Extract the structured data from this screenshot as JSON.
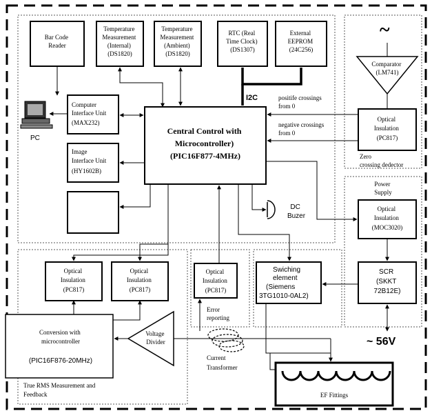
{
  "blocks": {
    "barcode": [
      "Bar Code",
      "Reader"
    ],
    "temp_internal": [
      "Temperature",
      "Measurement",
      "(Internal)",
      "(DS1820)"
    ],
    "temp_ambient": [
      "Temperature",
      "Measurement",
      "(Ambient)",
      "(DS1820)"
    ],
    "rtc": [
      "RTC (Real",
      "Time Clock)",
      "(DS1307)"
    ],
    "eeprom": [
      "External",
      "EEPROM",
      "(24C256)"
    ],
    "comparator": [
      "Comparator",
      "(LM741)"
    ],
    "computer_interface": [
      "Computer",
      "Interface Unit",
      "(MAX232)"
    ],
    "central": [
      "Central Control with",
      "Microcontroller)",
      "(PIC16F877-4MHz)"
    ],
    "optical_zero": [
      "Optical",
      "Insulation",
      "(PC817)"
    ],
    "image_interface": [
      "Image",
      "Interface Unit",
      "(HY1602B)"
    ],
    "optical_power": [
      "Optical",
      "Insulation",
      "(MOC3020)"
    ],
    "optical_1": [
      "Optical",
      "Insulation",
      "(PC817)"
    ],
    "optical_2": [
      "Optical",
      "Insulation",
      "(PC817)"
    ],
    "optical_error": [
      "Optical",
      "Insulation",
      "(PC817)"
    ],
    "switching": [
      "Swiching",
      "element",
      "(Siemens",
      "3TG1010-0AL2)"
    ],
    "scr": [
      "SCR",
      "(SKKT",
      "72B12E)"
    ],
    "conversion": [
      "Conversion with",
      "microcontroller",
      "(PIC16F876-20MHz)"
    ],
    "voltage_divider": [
      "Voltage",
      "Divider"
    ]
  },
  "labels": {
    "pc": "PC",
    "i2c": "I2C",
    "positive_crossings": [
      "positife crossings",
      "from 0"
    ],
    "negative_crossings": [
      "negative crossings",
      "from 0"
    ],
    "zero_crossing": [
      "Zero",
      "crossing dedector"
    ],
    "power_supply": [
      "Power",
      "Supply"
    ],
    "dc_buzzer": [
      "DC",
      "Buzer"
    ],
    "error_reporting": [
      "Error",
      "reporting"
    ],
    "voltage_56": "~ 56V",
    "current_transformer": [
      "Current",
      "Transformer"
    ],
    "true_rms": [
      "True RMS Measurement and",
      "Feedback"
    ],
    "ef_fittings": "EF Fittings",
    "ac_source": "~"
  }
}
